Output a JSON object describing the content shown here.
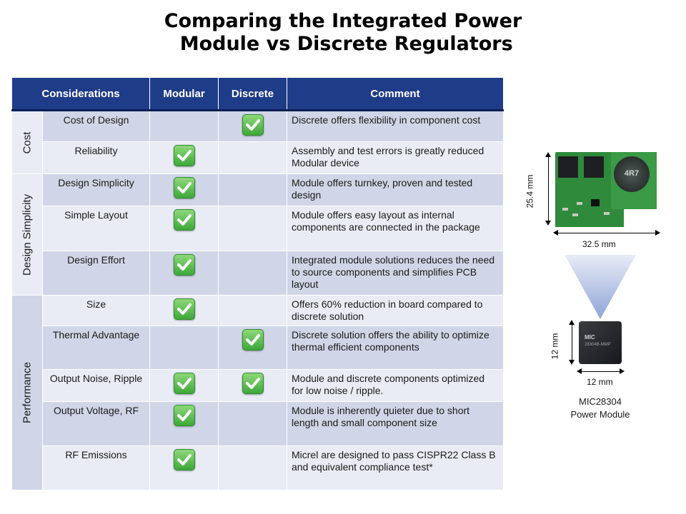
{
  "title": {
    "line1": "Comparing the Integrated Power",
    "line2": " Module vs Discrete Regulators"
  },
  "table": {
    "headers": {
      "considerations": "Considerations",
      "modular": "Modular",
      "discrete": "Discrete",
      "comment": "Comment"
    },
    "categories": {
      "cost": "Cost",
      "design_simplicity": "Design Simplicity",
      "performance": "Performance"
    },
    "rows": [
      {
        "item": "Cost of Design",
        "modular": false,
        "discrete": true,
        "comment": "Discrete offers flexibility  in component cost"
      },
      {
        "item": "Reliability",
        "modular": true,
        "discrete": false,
        "comment": "Assembly and test errors is greatly reduced Modular device"
      },
      {
        "item": "Design Simplicity",
        "modular": true,
        "discrete": false,
        "comment": "Module offers turnkey, proven and tested design"
      },
      {
        "item": "Simple Layout",
        "modular": true,
        "discrete": false,
        "comment": "Module offers easy layout as internal components are connected in  the package"
      },
      {
        "item": "Design Effort",
        "modular": true,
        "discrete": false,
        "comment": "Integrated module solutions reduces the need to source components and simplifies  PCB layout"
      },
      {
        "item": "Size",
        "modular": true,
        "discrete": false,
        "comment": "Offers 60% reduction in board compared to discrete solution"
      },
      {
        "item": "Thermal Advantage",
        "modular": false,
        "discrete": true,
        "comment": "Discrete solution offers the ability  to optimize thermal efficient components"
      },
      {
        "item": "Output Noise, Ripple",
        "modular": true,
        "discrete": true,
        "comment": "Module and discrete components optimized for low noise  / ripple."
      },
      {
        "item": "Output Voltage, RF",
        "modular": true,
        "discrete": false,
        "comment": "Module is inherently quieter due to short length  and small component size"
      },
      {
        "item": "RF Emissions",
        "modular": true,
        "discrete": false,
        "comment": "Micrel are designed to pass CISPR22 Class B and equivalent compliance test*"
      }
    ]
  },
  "side": {
    "inductor_mark": "4R7",
    "board_height": "25.4 mm",
    "board_width": "32.5 mm",
    "module_height": "12 mm",
    "module_width": "12 mm",
    "module_logo": "MIC",
    "module_part": "28304B-MMP",
    "caption_line1": "MIC28304",
    "caption_line2": "Power Module"
  },
  "colors": {
    "header_bg": "#1f3c88",
    "band_dark": "#d0d6e7",
    "band_light": "#e9ecf5",
    "check_green": "#4caf3f"
  }
}
